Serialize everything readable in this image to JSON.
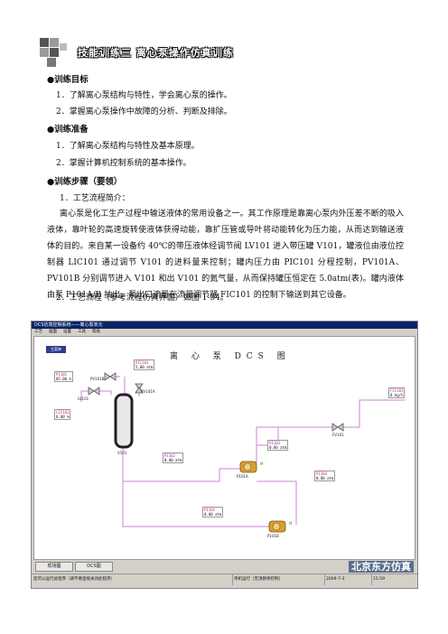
{
  "document": {
    "title": "技能训练三   离心泵操作仿真训练",
    "section_goal": {
      "heading": "●训练目标",
      "items": [
        "1．了解离心泵结构与特性，学会离心泵的操作。",
        "2．掌握离心泵操作中故障的分析、判断及排除。"
      ]
    },
    "section_prep": {
      "heading": "●训练准备",
      "items": [
        "1．了解离心泵结构与特性及基本原理。",
        "2．掌握计算机控制系统的基本操作。"
      ]
    },
    "section_steps": {
      "heading": "●训练步骤（要领）",
      "sub1": "1．工艺流程简介：",
      "paragraph": "离心泵是化工生产过程中输送液体的常用设备之一。其工作原理是靠离心泵内外压差不断的吸入液体，靠叶轮的高速旋转使液体获得动能，靠扩压管或导叶将动能转化为压力能，从而达到输送液体的目的。来自某一设备约 40℃的带压液体经调节阀 LV101 进入带压罐 V101，罐液位由液位控制器 LIC101 通过调节 V101 的进料量来控制；罐内压力由 PIC101 分程控制，PV101A、PV101B 分别调节进入 V101 和出 V101 的氮气量，从而保持罐压恒定在 5.0atm(表)。罐内液体由泵 P101A/B 抽出，泵出口流量在流量调节器 FIC101 的控制下输送到其它设备。",
      "sub2": "2．工艺流程（参考流程仿真界面）如图 1-34。"
    }
  },
  "screenshot": {
    "window_title": "DCS仿真控制系统——离心泵单元",
    "menu": [
      "工艺",
      "画面",
      "设置",
      "工具",
      "帮助"
    ],
    "main_button": "主菜单",
    "dcs_title": "离 心 泵 DCS 图",
    "tags": {
      "pic101": {
        "name": "PIC101",
        "value": "5.00",
        "unit": "atm"
      },
      "pi101": {
        "name": "PI101",
        "value": "05.00",
        "unit": "%"
      },
      "lic101": {
        "name": "LIC101",
        "value": "0.00",
        "unit": "%"
      },
      "fic101": {
        "name": "FIC101",
        "value": "0",
        "unit": "kg/h"
      },
      "pi102": {
        "name": "PI102",
        "value": "0.00",
        "unit": "atm"
      },
      "pi103": {
        "name": "PI103",
        "value": "0.00",
        "unit": "atm"
      },
      "pi104": {
        "name": "PI104",
        "value": "0.00",
        "unit": "atm"
      },
      "pi105": {
        "name": "PI105",
        "value": "0.00",
        "unit": "atm"
      }
    },
    "labels": {
      "pv101b": "PV101B",
      "pv101a": "PV101A",
      "lv101": "LV101",
      "v101": "V101",
      "fv101": "FV101",
      "p101a": "P101A",
      "p101b": "P101B",
      "m_a": "M",
      "m_b": "M"
    },
    "bottom_tabs": [
      "现场图",
      "DCS图"
    ],
    "brand": "北京东方仿真",
    "status": [
      "您可以运行此程序（请不要直接关闭此程序）",
      "单机运行（无须教师控制）",
      "2009-7-3",
      "15:59"
    ]
  },
  "colors": {
    "pipe": "#d080d8",
    "tank": "#222222",
    "pump": "#d8a030",
    "title_bar": "#0a246a"
  }
}
